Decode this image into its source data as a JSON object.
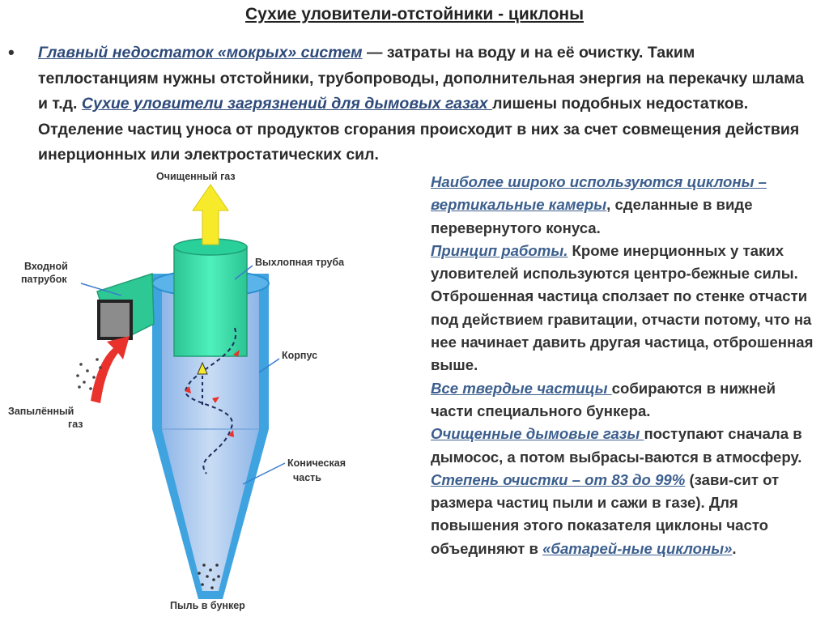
{
  "title": "Сухие уловители-отстойники - циклоны",
  "bullet": "•",
  "intro": {
    "part1_em": "Главный недостаток «мокрых» систем",
    "part2": " — затраты на воду и на её очистку. Таким теплостанциям нужны отстойники, трубопроводы, дополнительная энергия на перекачку шлама и т.д. ",
    "part3_em": "Сухие уловители загрязнений для дымовых газах ",
    "part4": "лишены подобных недостатков. Отделение частиц уноса от продуктов сгорания происходит в них за счет совмещения действия инерционных или электростатических сил."
  },
  "diagram": {
    "labels": {
      "clean_gas": "Очищенный газ",
      "inlet_line1": "Входной",
      "inlet_line2": "патрубок",
      "exhaust_pipe": "Выхлопная труба",
      "body": "Корпус",
      "dusty_gas_line1": "Запылённый",
      "dusty_gas_line2": "газ",
      "conical_line1": "Коническая",
      "conical_line2": "часть",
      "dust_bunker": "Пыль в бункер"
    },
    "colors": {
      "body_fill": "#b7d1f0",
      "body_edge": "#3a9ad9",
      "pipe": "#33d8a4",
      "arrow_yellow": "#f6ea2a",
      "arrow_red": "#e8322b"
    }
  },
  "right": {
    "p1_em": "Наиболее широко используются циклоны – вертикальные камеры",
    "p1_rest": ", сделанные в виде перевернутого конуса.",
    "p2_em": "Принцип работы.",
    "p2_rest": " Кроме инерционных у таких уловителей используются центро-бежные силы. Отброшенная частица сползает по стенке отчасти под действием гравитации, отчасти потому, что на нее начинает давить другая частица, отброшенная выше.",
    "p3_em": "Все твердые частицы ",
    "p3_rest": "собираются в нижней части специального бункера.",
    "p4_em": "Очищенные дымовые газы ",
    "p4_rest": "поступают сначала в дымосос, а потом выбрасы-ваются в атмосферу.",
    "p5_em": "Степень очистки – от 83 до 99%",
    "p5_rest": " (зави-сит от размера частиц пыли и сажи в газе). Для повышения этого показателя циклоны часто объединяют в  ",
    "p5_em2": "«батарей-ные циклоны»",
    "p5_end": "."
  }
}
